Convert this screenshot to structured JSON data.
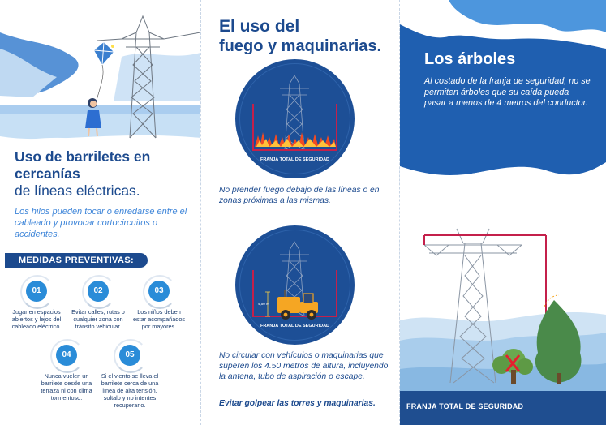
{
  "panel_kites": {
    "title_bold": "Uso de barriletes en cercanías",
    "title_light": "de líneas eléctricas.",
    "description": "Los hilos pueden tocar o enredarse entre el cableado y provocar cortocircuitos o accidentes.",
    "measures_label": "MEDIDAS PREVENTIVAS:",
    "steps": [
      {
        "number": "01",
        "text": "Jugar en espacios abiertos y lejos del cableado eléctrico."
      },
      {
        "number": "02",
        "text": "Evitar calles, rutas o cualquier zona con tránsito vehicular."
      },
      {
        "number": "03",
        "text": "Los niños deben estar acompañados por mayores."
      },
      {
        "number": "04",
        "text": "Nunca vuelen un barrilete desde una terraza ni con clima tormentoso."
      },
      {
        "number": "05",
        "text": "Si el viento se lleva el barrilete cerca de una línea de alta tensión, soltalo y no intentes recuperarlo."
      }
    ]
  },
  "panel_fire": {
    "title_light": "El uso del",
    "title_bold": "fuego y maquinarias.",
    "circle_fire_caption": "FRANJA TOTAL DE SEGURIDAD",
    "circle_machine_caption": "FRANJA TOTAL DE SEGURIDAD",
    "height_label": "4,50 M",
    "note_fire": "No prender fuego debajo de las líneas o en zonas próximas a las mismas.",
    "note_vehicles": "No circular con vehículos o maquinarias que superen los 4.50 metros de altura, incluyendo la antena, tubo de aspiración o escape.",
    "note_towers": "Evitar golpear las torres y maquinarias."
  },
  "panel_trees": {
    "title": "Los árboles",
    "description": "Al costado de la franja de seguridad, no se permiten árboles que su caída pueda pasar a menos de 4 metros del conductor.",
    "strip_label": "FRANJA TOTAL DE SEGURIDAD"
  },
  "colors": {
    "navy": "#1c4a8e",
    "bright_blue": "#2a8cd8",
    "light_blue": "#3f86d9",
    "safety_red": "#c4204b"
  }
}
